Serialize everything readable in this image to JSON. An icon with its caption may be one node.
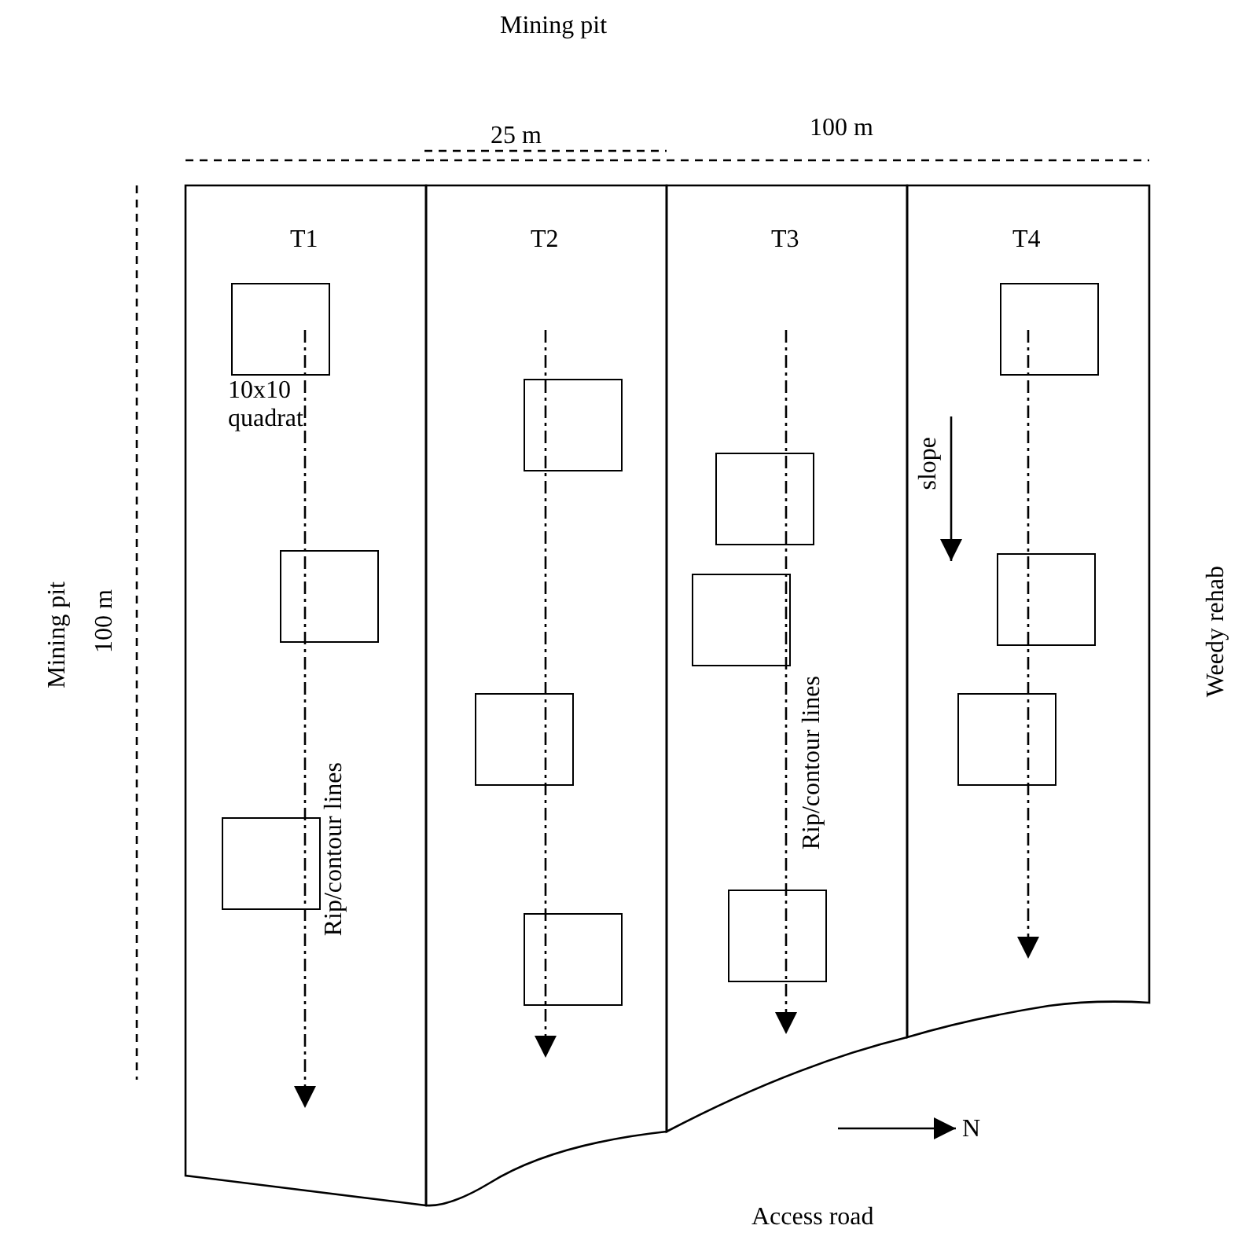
{
  "diagram": {
    "nodes": [
      {
        "text": [
          "T1"
        ]
      },
      {
        "text": [],
        "shape": "box",
        "in": 0,
        "beside": [
          "10x10 quadrat"
        ]
      },
      {
        "text": [],
        "shape": "box",
        "in": 0
      },
      {
        "text": [],
        "shape": "box",
        "in": 0
      },
      {
        "text": [
          "T2"
        ]
      },
      {
        "text": [],
        "shape": "box",
        "in": 4
      },
      {
        "text": [],
        "shape": "box",
        "in": 4
      },
      {
        "text": [],
        "shape": "box",
        "in": 4
      },
      {
        "text": [
          "T3"
        ]
      },
      {
        "text": [],
        "shape": "box",
        "in": 8
      },
      {
        "text": [],
        "shape": "box",
        "in": 8
      },
      {
        "text": [],
        "shape": "box",
        "in": 8
      },
      {
        "text": [
          "T4"
        ]
      },
      {
        "text": [],
        "shape": "box",
        "in": 12
      },
      {
        "text": [],
        "shape": "box",
        "in": 12
      },
      {
        "text": [],
        "shape": "box",
        "in": 12
      }
    ],
    "edges": [],
    "labels": [
      "Mining pit",
      "25 m",
      "100 m",
      "Mining pit",
      "100 m",
      "Rip/contour lines",
      "Rip/contour lines",
      "slope",
      "Weedy rehab",
      "N",
      "Access road"
    ]
  }
}
